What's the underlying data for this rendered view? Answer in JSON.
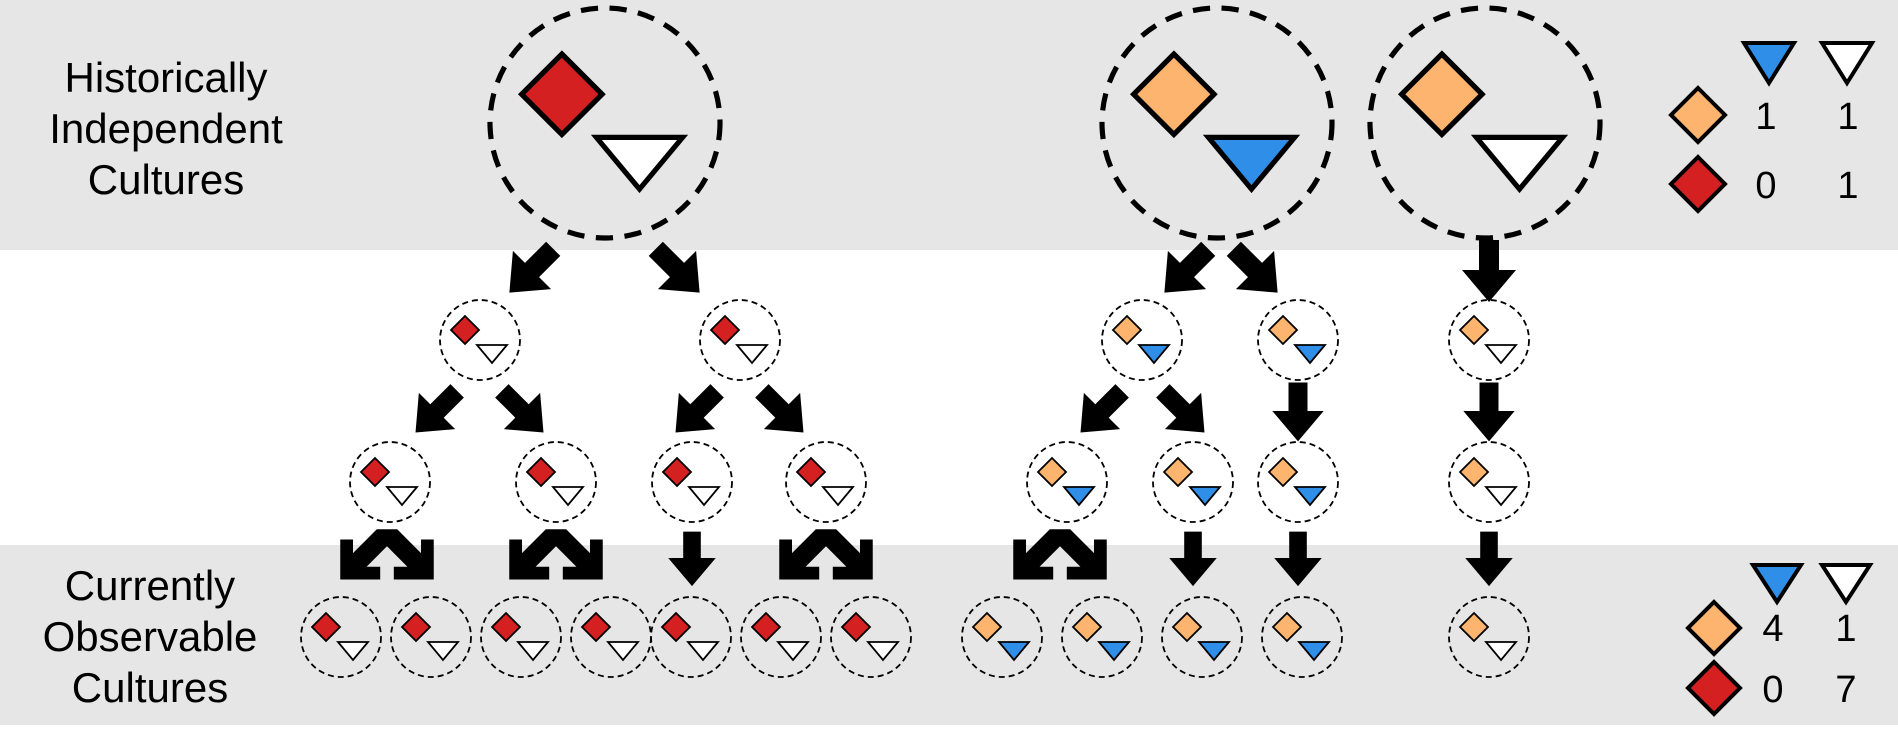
{
  "colors": {
    "band": "#e6e6e6",
    "red": "#d42020",
    "orange": "#fdb46e",
    "blue": "#2f8fe8",
    "white": "#ffffff",
    "stroke": "#000000"
  },
  "icons": {
    "red_diamond": "red-diamond-icon",
    "orange_diamond": "orange-diamond-icon",
    "blue_triangle": "blue-triangle-icon",
    "white_triangle": "white-triangle-icon",
    "arrow": "arrow-icon",
    "dashed_circle": "dashed-circle-icon"
  },
  "labels": {
    "historical": [
      "Historically",
      "Independent",
      "Cultures"
    ],
    "current": [
      "Currently",
      "Observable",
      "Cultures"
    ]
  },
  "historical_table": {
    "rows": [
      {
        "diamond": "orange",
        "blue_triangle": "1",
        "white_triangle": "1"
      },
      {
        "diamond": "red",
        "blue_triangle": "0",
        "white_triangle": "1"
      }
    ]
  },
  "current_table": {
    "rows": [
      {
        "diamond": "orange",
        "blue_triangle": "4",
        "white_triangle": "1"
      },
      {
        "diamond": "red",
        "blue_triangle": "0",
        "white_triangle": "7"
      }
    ]
  }
}
